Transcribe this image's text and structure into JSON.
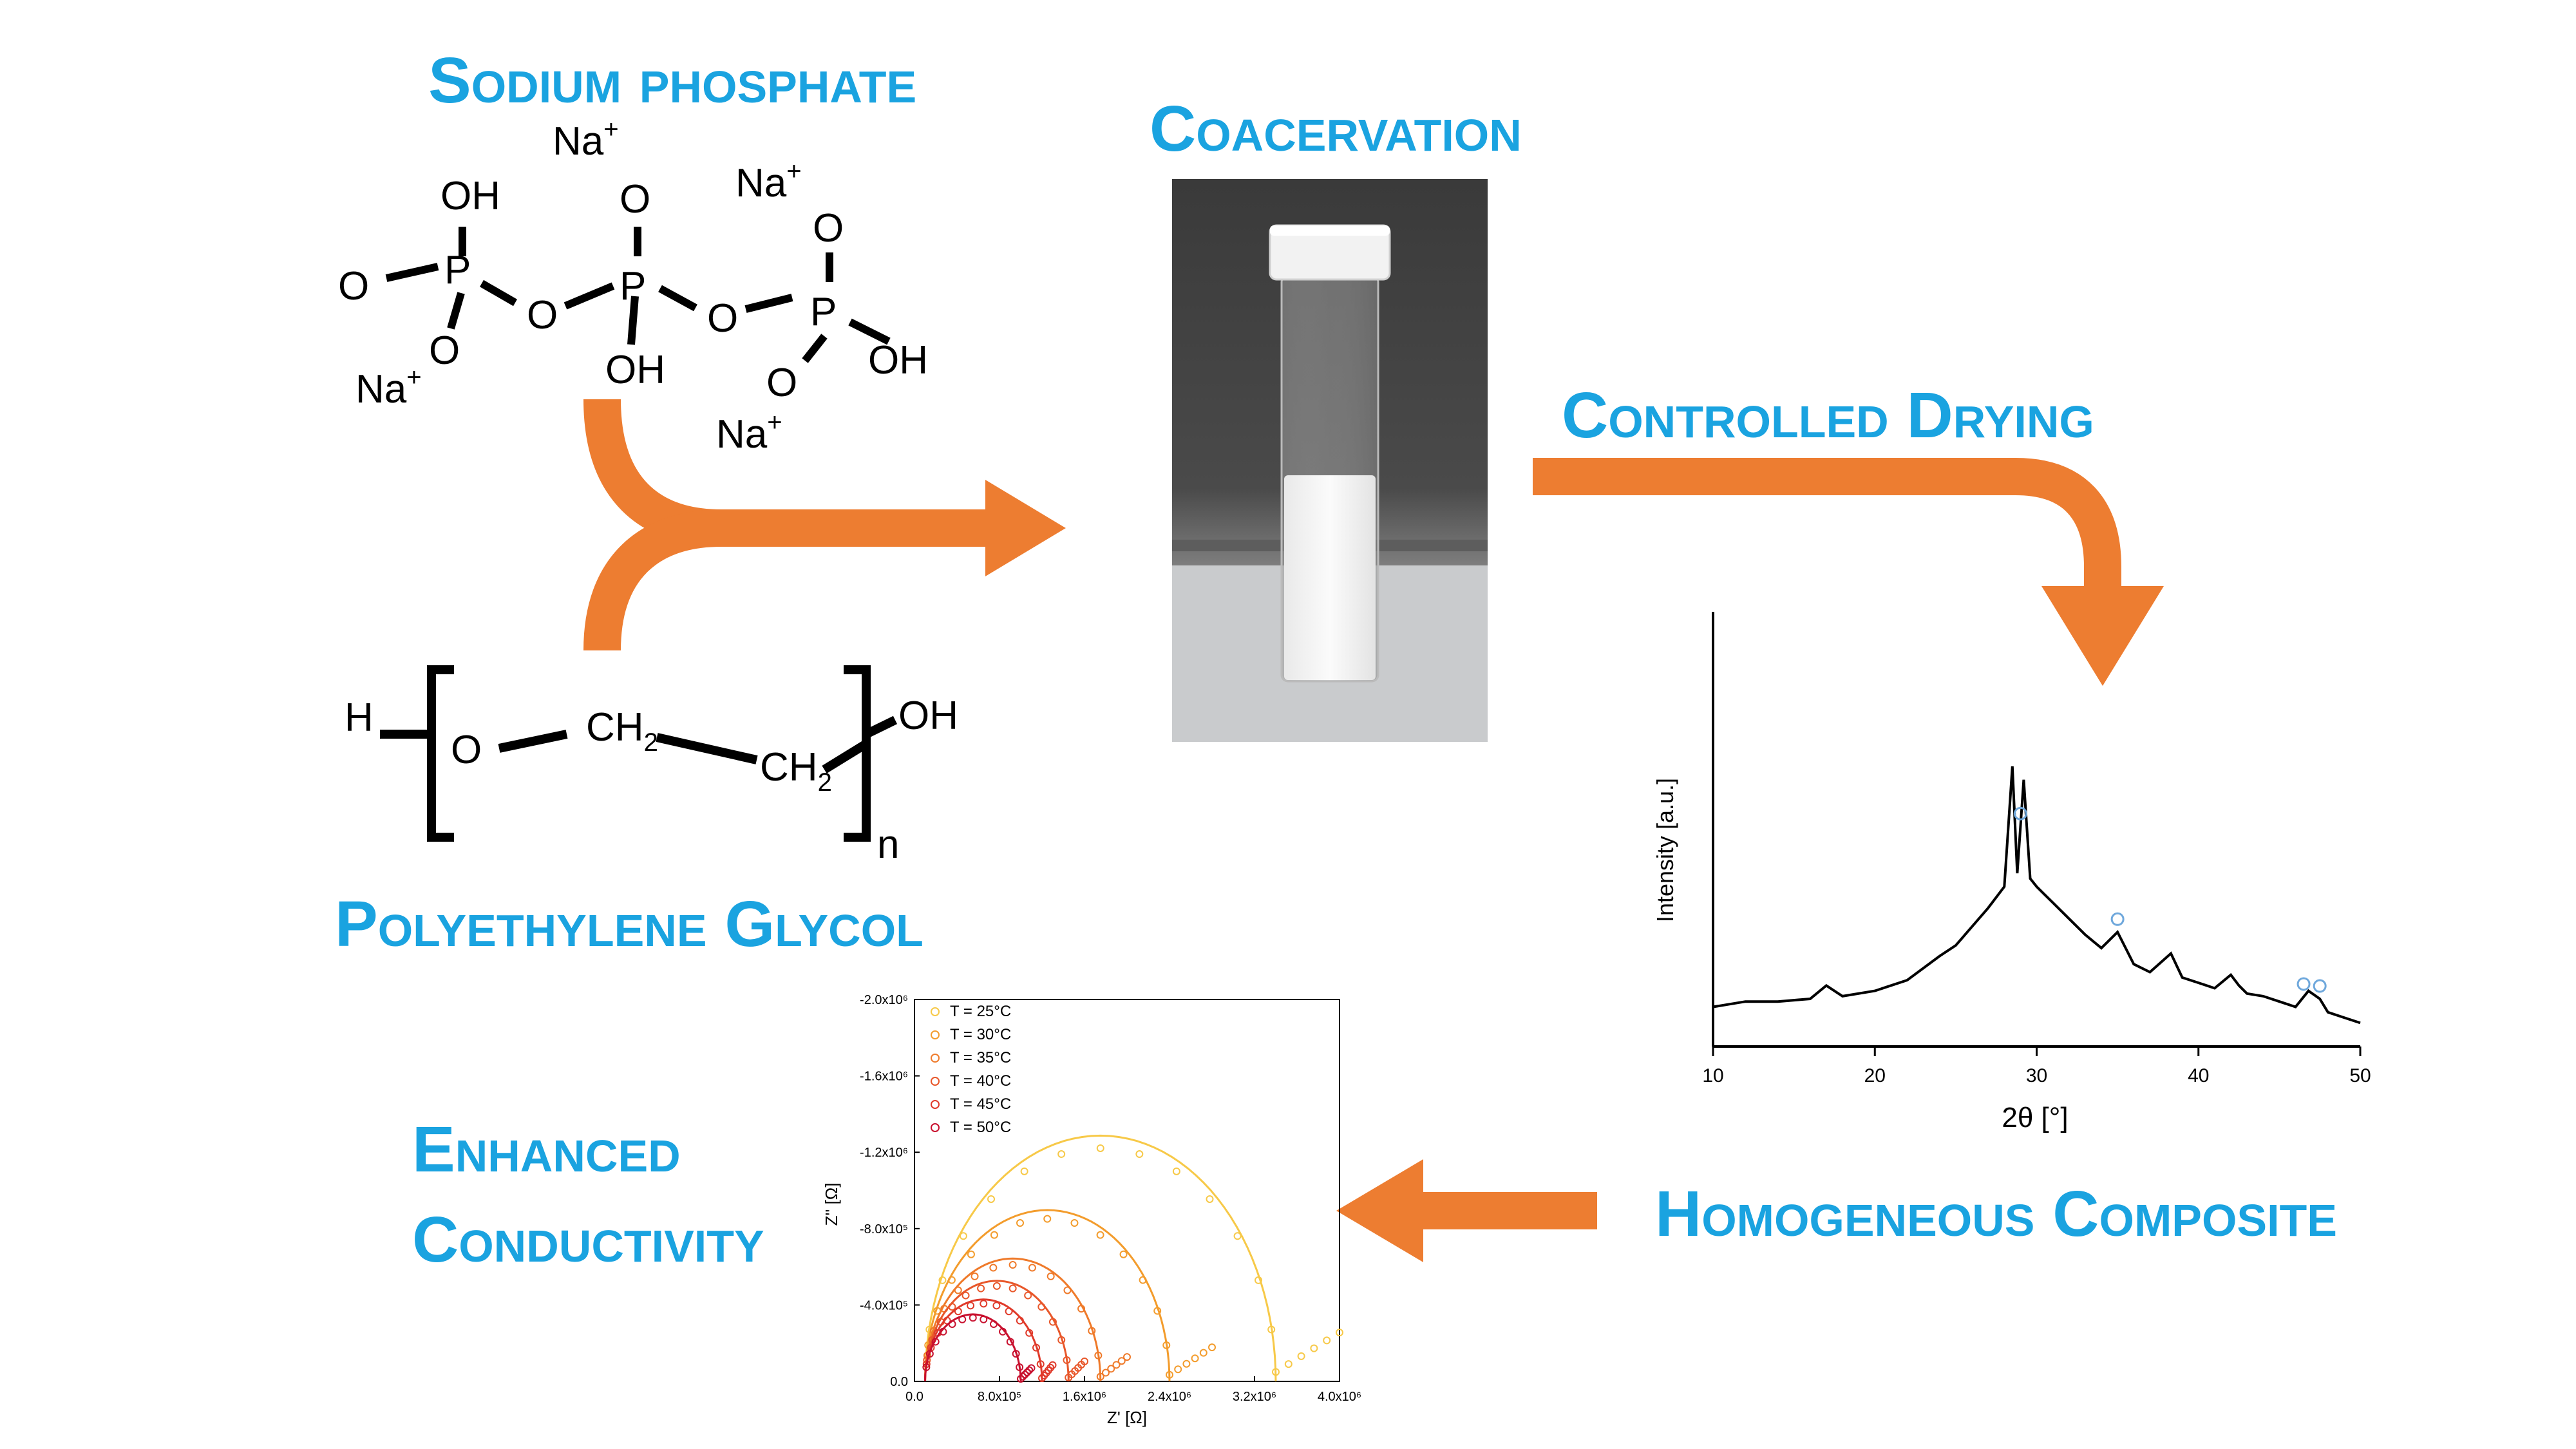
{
  "stages": {
    "sodium_phosphate": "Sodium phosphate",
    "coacervation": "Coacervation",
    "controlled_drying": "Controlled Drying",
    "polyethylene_glycol": "Polyethylene Glycol",
    "homogeneous_composite": "Homogeneous Composite",
    "enhanced_conductivity_line1": "Enhanced",
    "enhanced_conductivity_line2": "Conductivity"
  },
  "phosphate": {
    "na_top": "Na",
    "na_right": "Na",
    "na_left": "Na",
    "na_bottom": "Na",
    "plus": "+",
    "oh": "OH",
    "o": "O",
    "p": "P"
  },
  "peg": {
    "h": "H",
    "o": "O",
    "ch": "CH",
    "sub2": "2",
    "oh": "OH",
    "n": "n"
  },
  "colors": {
    "title": "#1aa3e0",
    "arrow": "#ed7d31",
    "xrd_line": "#000000",
    "xrd_marker": "#6fa8dc"
  },
  "xrd": {
    "ylabel": "Intensity [a.u.]",
    "xlabel": "2θ [°]",
    "xticks": [
      "10",
      "20",
      "30",
      "40",
      "50"
    ],
    "chart_data": {
      "type": "line",
      "x": [
        10,
        12,
        14,
        16,
        17,
        18,
        20,
        22,
        24,
        25,
        26,
        27,
        28,
        28.5,
        28.8,
        29.2,
        29.6,
        30,
        31,
        32,
        33,
        34,
        35,
        36,
        37,
        38.3,
        39,
        40,
        41,
        42,
        42.5,
        43,
        44,
        45,
        46,
        46.8,
        47.5,
        48,
        49,
        50
      ],
      "y": [
        0.1,
        0.12,
        0.12,
        0.13,
        0.18,
        0.14,
        0.16,
        0.2,
        0.29,
        0.33,
        0.4,
        0.47,
        0.55,
        1.0,
        0.6,
        0.95,
        0.58,
        0.55,
        0.49,
        0.43,
        0.37,
        0.32,
        0.38,
        0.26,
        0.23,
        0.3,
        0.21,
        0.19,
        0.17,
        0.22,
        0.18,
        0.15,
        0.14,
        0.12,
        0.1,
        0.16,
        0.13,
        0.08,
        0.06,
        0.04
      ],
      "xlim": [
        10,
        50
      ],
      "markers_x": [
        29.0,
        35.0,
        46.5,
        47.5
      ]
    }
  },
  "eis": {
    "xlabel": "Z' [Ω]",
    "ylabel": "Z'' [Ω]",
    "xticks": [
      "0.0",
      "8.0x10⁵",
      "1.6x10⁶",
      "2.4x10⁶",
      "3.2x10⁶",
      "4.0x10⁶"
    ],
    "yticks": [
      "-2.0x10⁶",
      "-1.6x10⁶",
      "-1.2x10⁶",
      "-8.0x10⁵",
      "-4.0x10⁵",
      "0.0"
    ],
    "chart_data": {
      "type": "scatter",
      "xlim": [
        0,
        4000000
      ],
      "ylim": [
        0,
        -2000000
      ],
      "series": [
        {
          "name": "T = 25°C",
          "color": "#f7c948",
          "diameter": 3300000,
          "tail_end": 4000000
        },
        {
          "name": "T = 30°C",
          "color": "#f39c2c",
          "diameter": 2300000,
          "tail_end": 2800000
        },
        {
          "name": "T = 35°C",
          "color": "#ef7a2a",
          "diameter": 1650000,
          "tail_end": 2000000
        },
        {
          "name": "T = 40°C",
          "color": "#e8572a",
          "diameter": 1350000,
          "tail_end": 1600000
        },
        {
          "name": "T = 45°C",
          "color": "#e03a2a",
          "diameter": 1100000,
          "tail_end": 1300000
        },
        {
          "name": "T = 50°C",
          "color": "#c8102e",
          "diameter": 900000,
          "tail_end": 1100000
        }
      ]
    }
  }
}
